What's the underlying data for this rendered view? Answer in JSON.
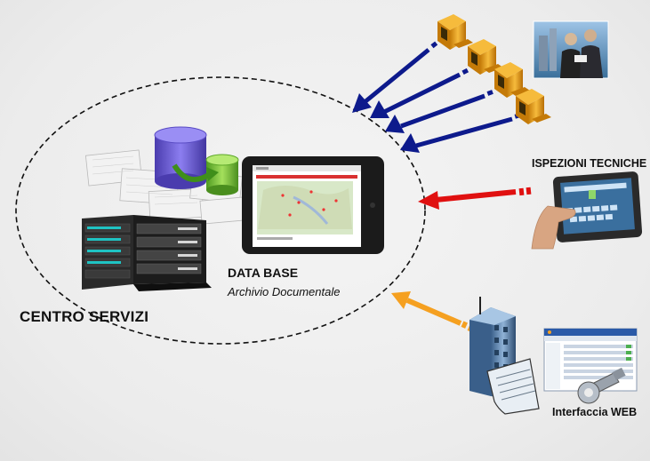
{
  "labels": {
    "centro_servizi": "CENTRO SERVIZI",
    "database": "DATA BASE",
    "archivio": "Archivio Documentale",
    "ispezioni": "ISPEZIONI TECNICHE",
    "interfaccia_web": "Interfaccia WEB"
  },
  "colors": {
    "arrow_blue": "#0d1a8c",
    "arrow_red": "#e01010",
    "arrow_orange": "#f5a020",
    "db_cylinder_purple": "#6a5ad6",
    "db_cylinder_green": "#7cc63c",
    "computer_orange": "#e09a18"
  },
  "icons": [
    "database-cylinders-icon",
    "server-rack-icon",
    "tablet-map-icon",
    "desktop-computer-icon",
    "people-photo-icon",
    "touch-tablet-icon",
    "office-building-icon",
    "web-browser-window-icon",
    "wrench-icon"
  ]
}
